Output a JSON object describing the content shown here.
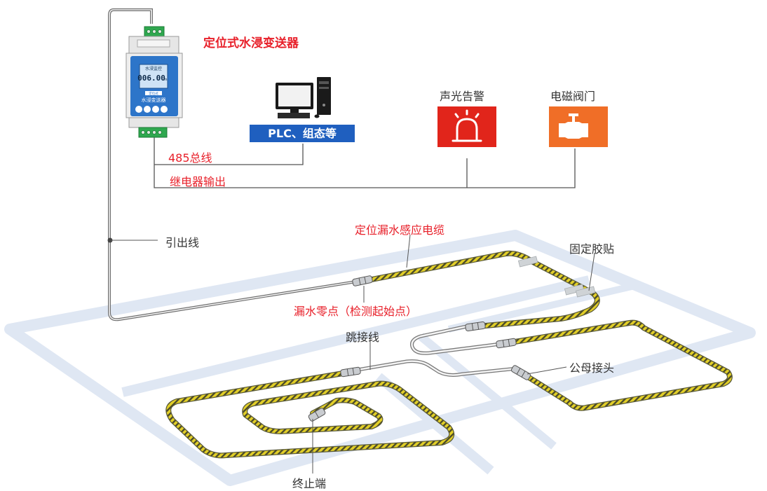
{
  "title": "定位式水浸变送器",
  "device": {
    "lcd_top": "水浸监控",
    "lcd_value": "006.00",
    "lcd_unit": "m",
    "name_line1": "定位式",
    "name_line2": "水浸变送器"
  },
  "plc_label": "PLC、组态等",
  "alarm_label": "声光告警",
  "valve_label": "电磁阀门",
  "bus_label": "485总线",
  "relay_label": "继电器输出",
  "lead_wire_label": "引出线",
  "cable_label": "定位漏水感应电缆",
  "fixing_label": "固定胶贴",
  "zero_point_label": "漏水零点（检测起始点）",
  "jumper_label": "跳接线",
  "connector_label": "公母接头",
  "terminal_label": "终止端",
  "colors": {
    "red": "#e8202a",
    "plc_blue": "#1f5fbf",
    "alarm_red": "#e1251b",
    "valve_orange": "#f06e27",
    "cable_yellow": "#d9c51e",
    "floor_line": "#dfe7f3"
  }
}
